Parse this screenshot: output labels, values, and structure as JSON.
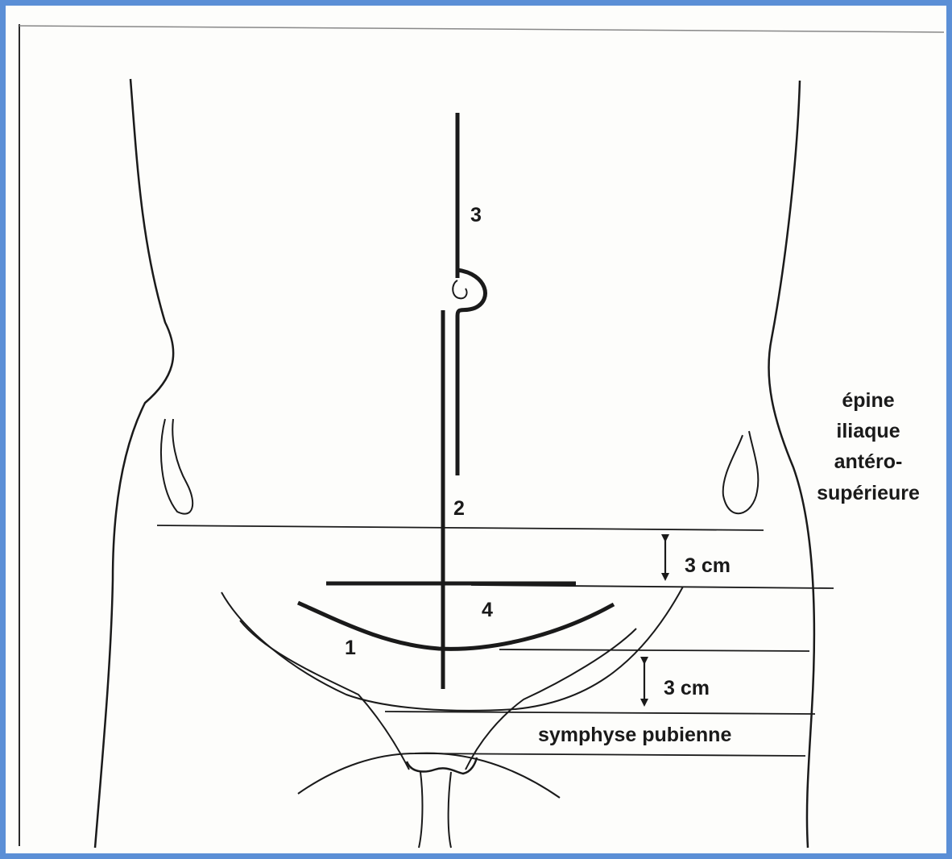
{
  "labels": {
    "incision_1": "1",
    "incision_2": "2",
    "incision_3": "3",
    "incision_4": "4",
    "spine_line1": "épine",
    "spine_line2": "iliaque",
    "spine_line3": "antéro-",
    "spine_line4": "supérieure",
    "distance_upper": "3 cm",
    "distance_lower": "3 cm",
    "symphysis": "symphyse pubienne"
  },
  "colors": {
    "frame_border": "#5b8fd6",
    "ink": "#1a1a1a",
    "paper": "#fdfdfb"
  }
}
